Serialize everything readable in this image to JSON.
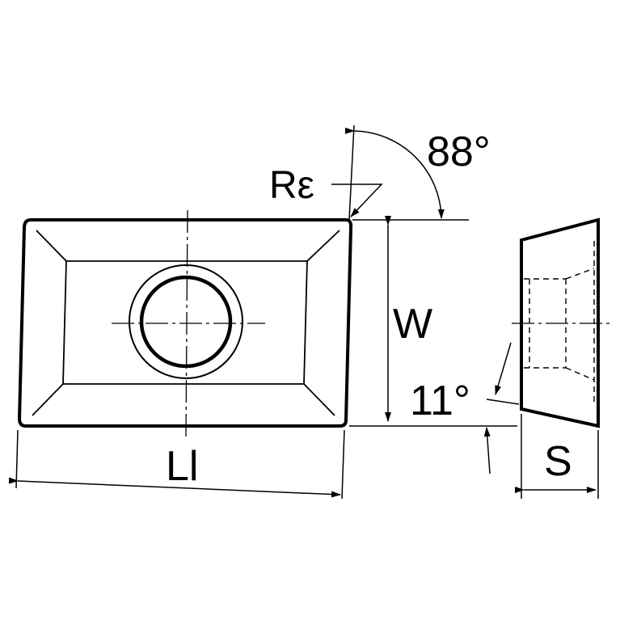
{
  "labels": {
    "angle_top": "88°",
    "corner_radius": "Rε",
    "width": "W",
    "length": "Ll",
    "clearance_angle": "11°",
    "thickness": "S"
  },
  "colors": {
    "ink": "#000000",
    "background": "#ffffff"
  }
}
